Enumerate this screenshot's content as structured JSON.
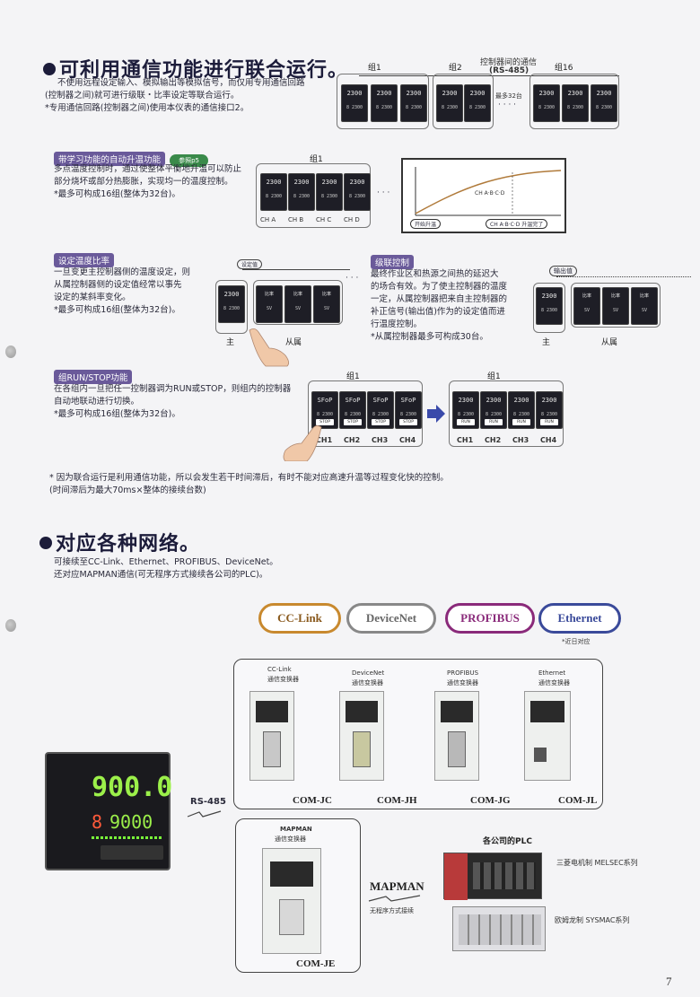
{
  "section1": {
    "title": "可利用通信功能进行联合运行。",
    "lines": [
      "不使用远程设定输入、模拟输出等模拟信号，而仅用专用通信回路",
      "(控制器之间)就可进行级联・比率设定等联合运行。",
      "*专用通信回路(控制器之间)使用本仪表的通信接口2。"
    ],
    "diag": {
      "caption1": "控制器间的通信",
      "caption2": "(RS-485)",
      "group1": "组1",
      "group2": "组2",
      "group16": "组16",
      "max": "最多32台"
    }
  },
  "autotune": {
    "tag": "带学习功能的自动升温功能",
    "ref": "参照p5",
    "lines": [
      "多点温度控制时，通过使整体平衡地升温可以防止",
      "部分烧坏或部分热膨胀，实现均一的温度控制。",
      "*最多可构成16组(整体为32台)。"
    ],
    "group": "组1",
    "channels": [
      "CH A",
      "CH B",
      "CH C",
      "CH D"
    ],
    "graph_curve_label": "CH A·B·C·D",
    "graph_start": "开始升温",
    "graph_end": "CH A·B·C·D 升温完了"
  },
  "ratio": {
    "tag": "设定温度比率",
    "lines": [
      "一旦变更主控制器侧的温度设定，则",
      "从属控制器侧的设定值经常以事先",
      "设定的某斜率变化。",
      "*最多可构成16组(整体为32台)。"
    ],
    "sv_label": "设定值",
    "ratio_label": "比率",
    "sv": "SV",
    "master": "主",
    "slave": "从属"
  },
  "cascade": {
    "tag": "级联控制",
    "lines": [
      "最终作业区和热源之间热的延迟大",
      "的场合有效。为了使主控制器的温度",
      "一定，从属控制器把来自主控制器的",
      "补正信号(输出值)作为的设定值而进",
      "行温度控制。",
      "*从属控制器最多可构成30台。"
    ],
    "out_label": "输出值",
    "ratio_label": "比率",
    "sv": "SV",
    "master": "主",
    "slave": "从属"
  },
  "runstop": {
    "tag": "组RUN/STOP功能",
    "lines": [
      "在各组内一旦把任一控制器调为RUN或STOP，则组内的控制器",
      "自动地联动进行切换。",
      "*最多可构成16组(整体为32台)。"
    ],
    "group": "组1",
    "stop": "STOP",
    "run": "RUN",
    "channels": [
      "CH1",
      "CH2",
      "CH3",
      "CH4"
    ]
  },
  "note": [
    "* 因为联合运行是利用通信功能，所以会发生若干时间滞后，有时不能对应高速升温等过程变化快的控制。",
    "(时间滞后为最大70ms×整体的接续台数)"
  ],
  "section2": {
    "title": "对应各种网络。",
    "lines": [
      "可接续至CC-Link、Ethernet、PROFIBUS、DeviceNet。",
      "还对应MAPMAN通信(可无程序方式接续各公司的PLC)。"
    ],
    "networks": [
      "CC-Link",
      "DeviceNet",
      "PROFIBUS",
      "Ethernet"
    ],
    "eth_note": "*近日对应",
    "converters": [
      {
        "name": "CC-Link",
        "desc": "通信变换器",
        "model": "COM-JC"
      },
      {
        "name": "DeviceNet",
        "desc": "通信变换器",
        "model": "COM-JH"
      },
      {
        "name": "PROFIBUS",
        "desc": "通信变换器",
        "model": "COM-JG"
      },
      {
        "name": "Ethernet",
        "desc": "通信变换器",
        "model": "COM-JL"
      }
    ],
    "rs485": "RS-485",
    "mapman": {
      "name": "MAPMAN",
      "desc": "通信变换器",
      "model": "COM-JE",
      "label": "MAPMAN",
      "sub": "无程序方式接续"
    },
    "plc_title": "各公司的PLC",
    "plc1": "三菱电机制  MELSEC系列",
    "plc2": "欧姆龙制  SYSMAC系列",
    "display_top": "900.0",
    "display_bottom": "9000"
  },
  "page_number": "7",
  "colors": {
    "ccl": "#c8892e",
    "dnet": "#888888",
    "prof": "#8a2a7a",
    "eth": "#3a4a9a"
  }
}
